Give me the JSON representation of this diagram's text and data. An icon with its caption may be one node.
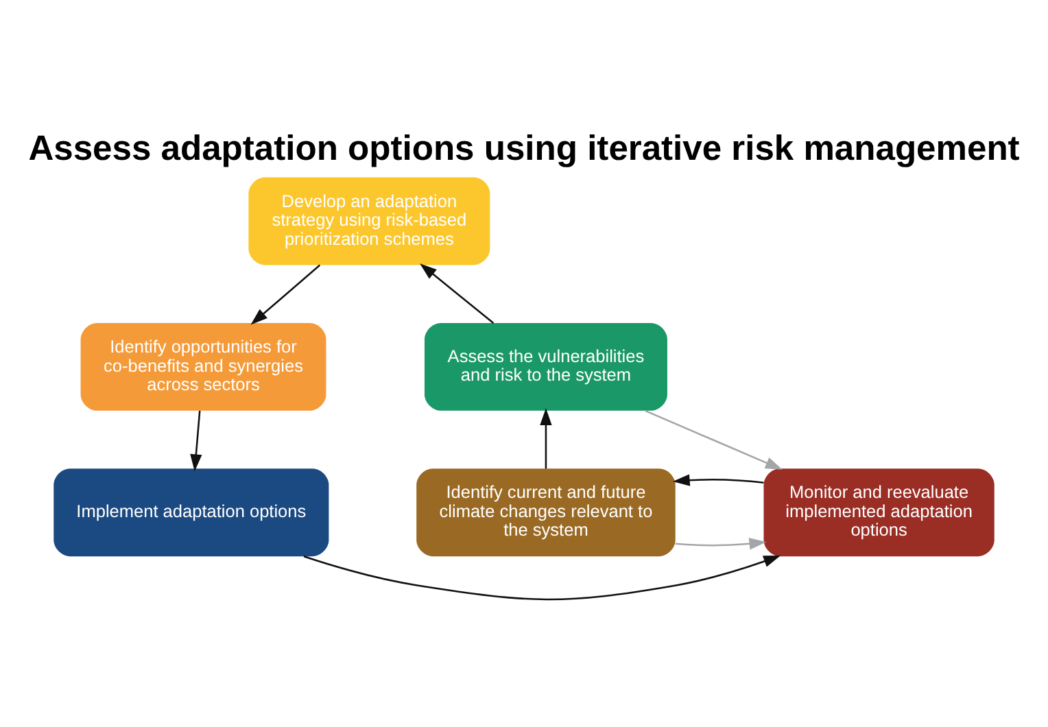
{
  "diagram": {
    "title": "Assess adaptation options using iterative risk management",
    "nodes": [
      {
        "text": [
          "Identify current and future climate changes relevant to the system"
        ]
      },
      {
        "text": [
          "Monitor and reevaluate implemented adaptation options"
        ]
      },
      {
        "text": [
          "Implement adaptation options"
        ]
      },
      {
        "text": [
          "Assess the vulnerabilities and risk to the system"
        ]
      },
      {
        "text": [
          "Identify opportunities for co-benefits and synergies across sectors"
        ]
      },
      {
        "text": [
          "Develop an adaptation strategy using risk-based prioritization schemes"
        ]
      }
    ],
    "edges": [
      {
        "from": 0,
        "to": 3,
        "arrow": "to"
      },
      {
        "from": 3,
        "to": 5,
        "arrow": "to"
      },
      {
        "from": 5,
        "to": 4,
        "arrow": "to"
      },
      {
        "from": 4,
        "to": 2,
        "arrow": "to"
      },
      {
        "from": 2,
        "to": 1,
        "arrow": "to"
      },
      {
        "from": 1,
        "to": 0,
        "arrow": "to"
      },
      {
        "from": 0,
        "to": 1,
        "arrow": "to",
        "color": "#a3a6a9"
      },
      {
        "from": 3,
        "to": 1,
        "arrow": "to",
        "color": "#a3a6a9"
      }
    ]
  }
}
